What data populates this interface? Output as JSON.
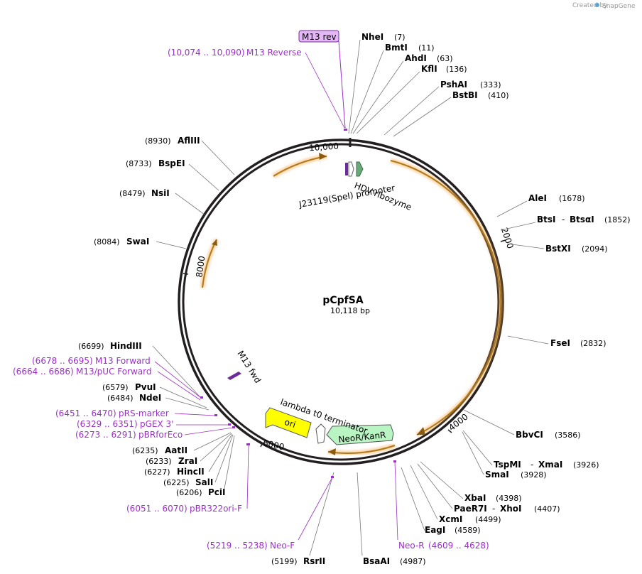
{
  "credit": {
    "created_by": "Created by",
    "brand": "SnapGene"
  },
  "plasmid": {
    "name": "pCpfSA",
    "length": "10,118 bp"
  },
  "scale_labels": [
    "10,000",
    "2000",
    "4000",
    "6000",
    "8000"
  ],
  "enzymes": [
    {
      "name": "NheI",
      "pos": "(7)"
    },
    {
      "name": "BmtI",
      "pos": "(11)"
    },
    {
      "name": "AhdI",
      "pos": "(63)"
    },
    {
      "name": "KflI",
      "pos": "(136)"
    },
    {
      "name": "PshAI",
      "pos": "(333)"
    },
    {
      "name": "BstBI",
      "pos": "(410)"
    },
    {
      "name": "AleI",
      "pos": "(1678)"
    },
    {
      "name": "BtsI",
      "name2": "BtsαI",
      "sep": "-",
      "pos": "(1852)"
    },
    {
      "name": "BstXI",
      "pos": "(2094)"
    },
    {
      "name": "FseI",
      "pos": "(2832)"
    },
    {
      "name": "BbvCI",
      "pos": "(3586)"
    },
    {
      "name": "TspMI",
      "name2": "XmaI",
      "sep": "-",
      "pos": "(3926)"
    },
    {
      "name": "SmaI",
      "pos": "(3928)"
    },
    {
      "name": "XbaI",
      "pos": "(4398)"
    },
    {
      "name": "PaeR7I",
      "name2": "XhoI",
      "sep": "-",
      "pos": "(4407)"
    },
    {
      "name": "XcmI",
      "pos": "(4499)"
    },
    {
      "name": "EagI",
      "pos": "(4589)"
    },
    {
      "name": "BsaAI",
      "pos": "(4987)"
    },
    {
      "name": "RsrII",
      "pos": "(5199)"
    },
    {
      "name": "PciI",
      "pos": "(6206)"
    },
    {
      "name": "SalI",
      "pos": "(6225)"
    },
    {
      "name": "HincII",
      "pos": "(6227)"
    },
    {
      "name": "ZraI",
      "pos": "(6233)"
    },
    {
      "name": "AatII",
      "pos": "(6235)"
    },
    {
      "name": "NdeI",
      "pos": "(6484)"
    },
    {
      "name": "PvuI",
      "pos": "(6579)"
    },
    {
      "name": "HindIII",
      "pos": "(6699)"
    },
    {
      "name": "SwaI",
      "pos": "(8084)"
    },
    {
      "name": "NsiI",
      "pos": "(8479)"
    },
    {
      "name": "BspEI",
      "pos": "(8733)"
    },
    {
      "name": "AflIII",
      "pos": "(8930)"
    }
  ],
  "primers": [
    {
      "name": "M13 Reverse",
      "range": "(10,074 .. 10,090)"
    },
    {
      "name": "M13 Forward",
      "range": "(6678 .. 6695)"
    },
    {
      "name": "M13/pUC Forward",
      "range": "(6664 .. 6686)"
    },
    {
      "name": "pRS-marker",
      "range": "(6451 .. 6470)"
    },
    {
      "name": "pGEX 3'",
      "range": "(6329 .. 6351)"
    },
    {
      "name": "pBRforEco",
      "range": "(6273 .. 6291)"
    },
    {
      "name": "pBR322ori-F",
      "range": "(6051 .. 6070)"
    },
    {
      "name": "Neo-F",
      "range": "(5219 .. 5238)"
    },
    {
      "name": "Neo-R",
      "range": "(4609 .. 4628)"
    }
  ],
  "primer_box": "M13 rev",
  "features": {
    "hdv": "HDV ribozyme",
    "j23119": "J23119(SpeI) promoter",
    "m13fwd": "M13 fwd",
    "lambda": "lambda t0 terminator",
    "ori": "ori",
    "neor": "NeoR/KanR"
  },
  "colors": {
    "backbone": "#231f20",
    "orf_arrow": "#f4a340",
    "purple": "#9b30c8",
    "ori": "#ffff00",
    "neo": "#b9f4c3",
    "hdv": "#6aa87a",
    "promoter": "#6d2c9c"
  }
}
